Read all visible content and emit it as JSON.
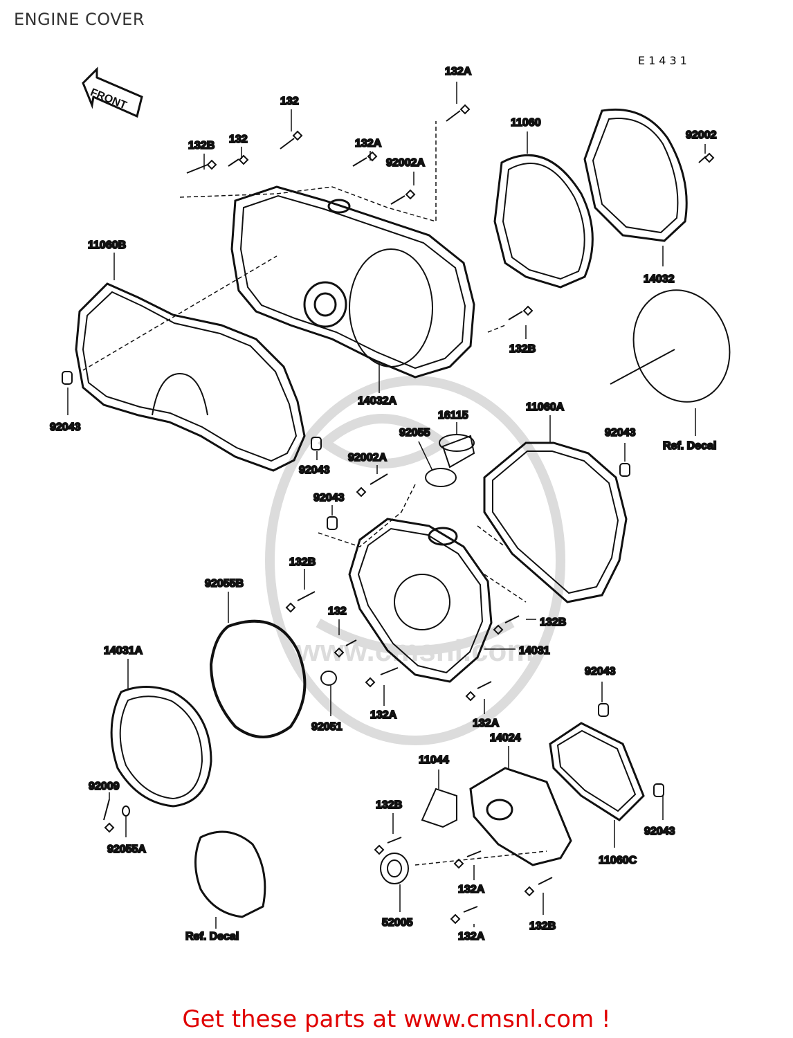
{
  "title": "ENGINE COVER",
  "diagram_code": "E1431",
  "front_arrow": "FRONT",
  "watermark": "www.cmsnl.com",
  "footer": "Get these parts at www.cmsnl.com !",
  "colors": {
    "footer": "#e00000",
    "lines": "#111111",
    "watermark": "#dcdcdc"
  },
  "labels": {
    "l_132a_top": "132A",
    "l_132_upper": "132",
    "l_132b_left": "132B",
    "l_132_left": "132",
    "l_132a_mid": "132A",
    "l_92002a_top": "92002A",
    "l_11060": "11060",
    "l_92002": "92002",
    "l_14032": "14032",
    "l_11060b": "11060B",
    "l_132b_right": "132B",
    "l_14032a": "14032A",
    "l_92043_left": "92043",
    "l_ref_decal_right": "Ref. Decal",
    "l_16115": "16115",
    "l_11060a": "11060A",
    "l_92055": "92055",
    "l_92043_right": "92043",
    "l_92043_mid": "92043",
    "l_92002a_mid": "92002A",
    "l_92043_center": "92043",
    "l_132b_center": "132B",
    "l_92055b": "92055B",
    "l_132_center": "132",
    "l_132b_cover": "132B",
    "l_14031": "14031",
    "l_14031a": "14031A",
    "l_92051": "92051",
    "l_132a_bottom_left": "132A",
    "l_132a_bottom_right": "132A",
    "l_92043_lower": "92043",
    "l_11044": "11044",
    "l_14024": "14024",
    "l_92009": "92009",
    "l_92055a": "92055A",
    "l_132b_lower": "132B",
    "l_92043_far": "92043",
    "l_11060c": "11060C",
    "l_132a_low1": "132A",
    "l_52005": "52005",
    "l_132a_low2": "132A",
    "l_132b_low": "132B",
    "l_ref_decal_bottom": "Ref. Decal"
  }
}
